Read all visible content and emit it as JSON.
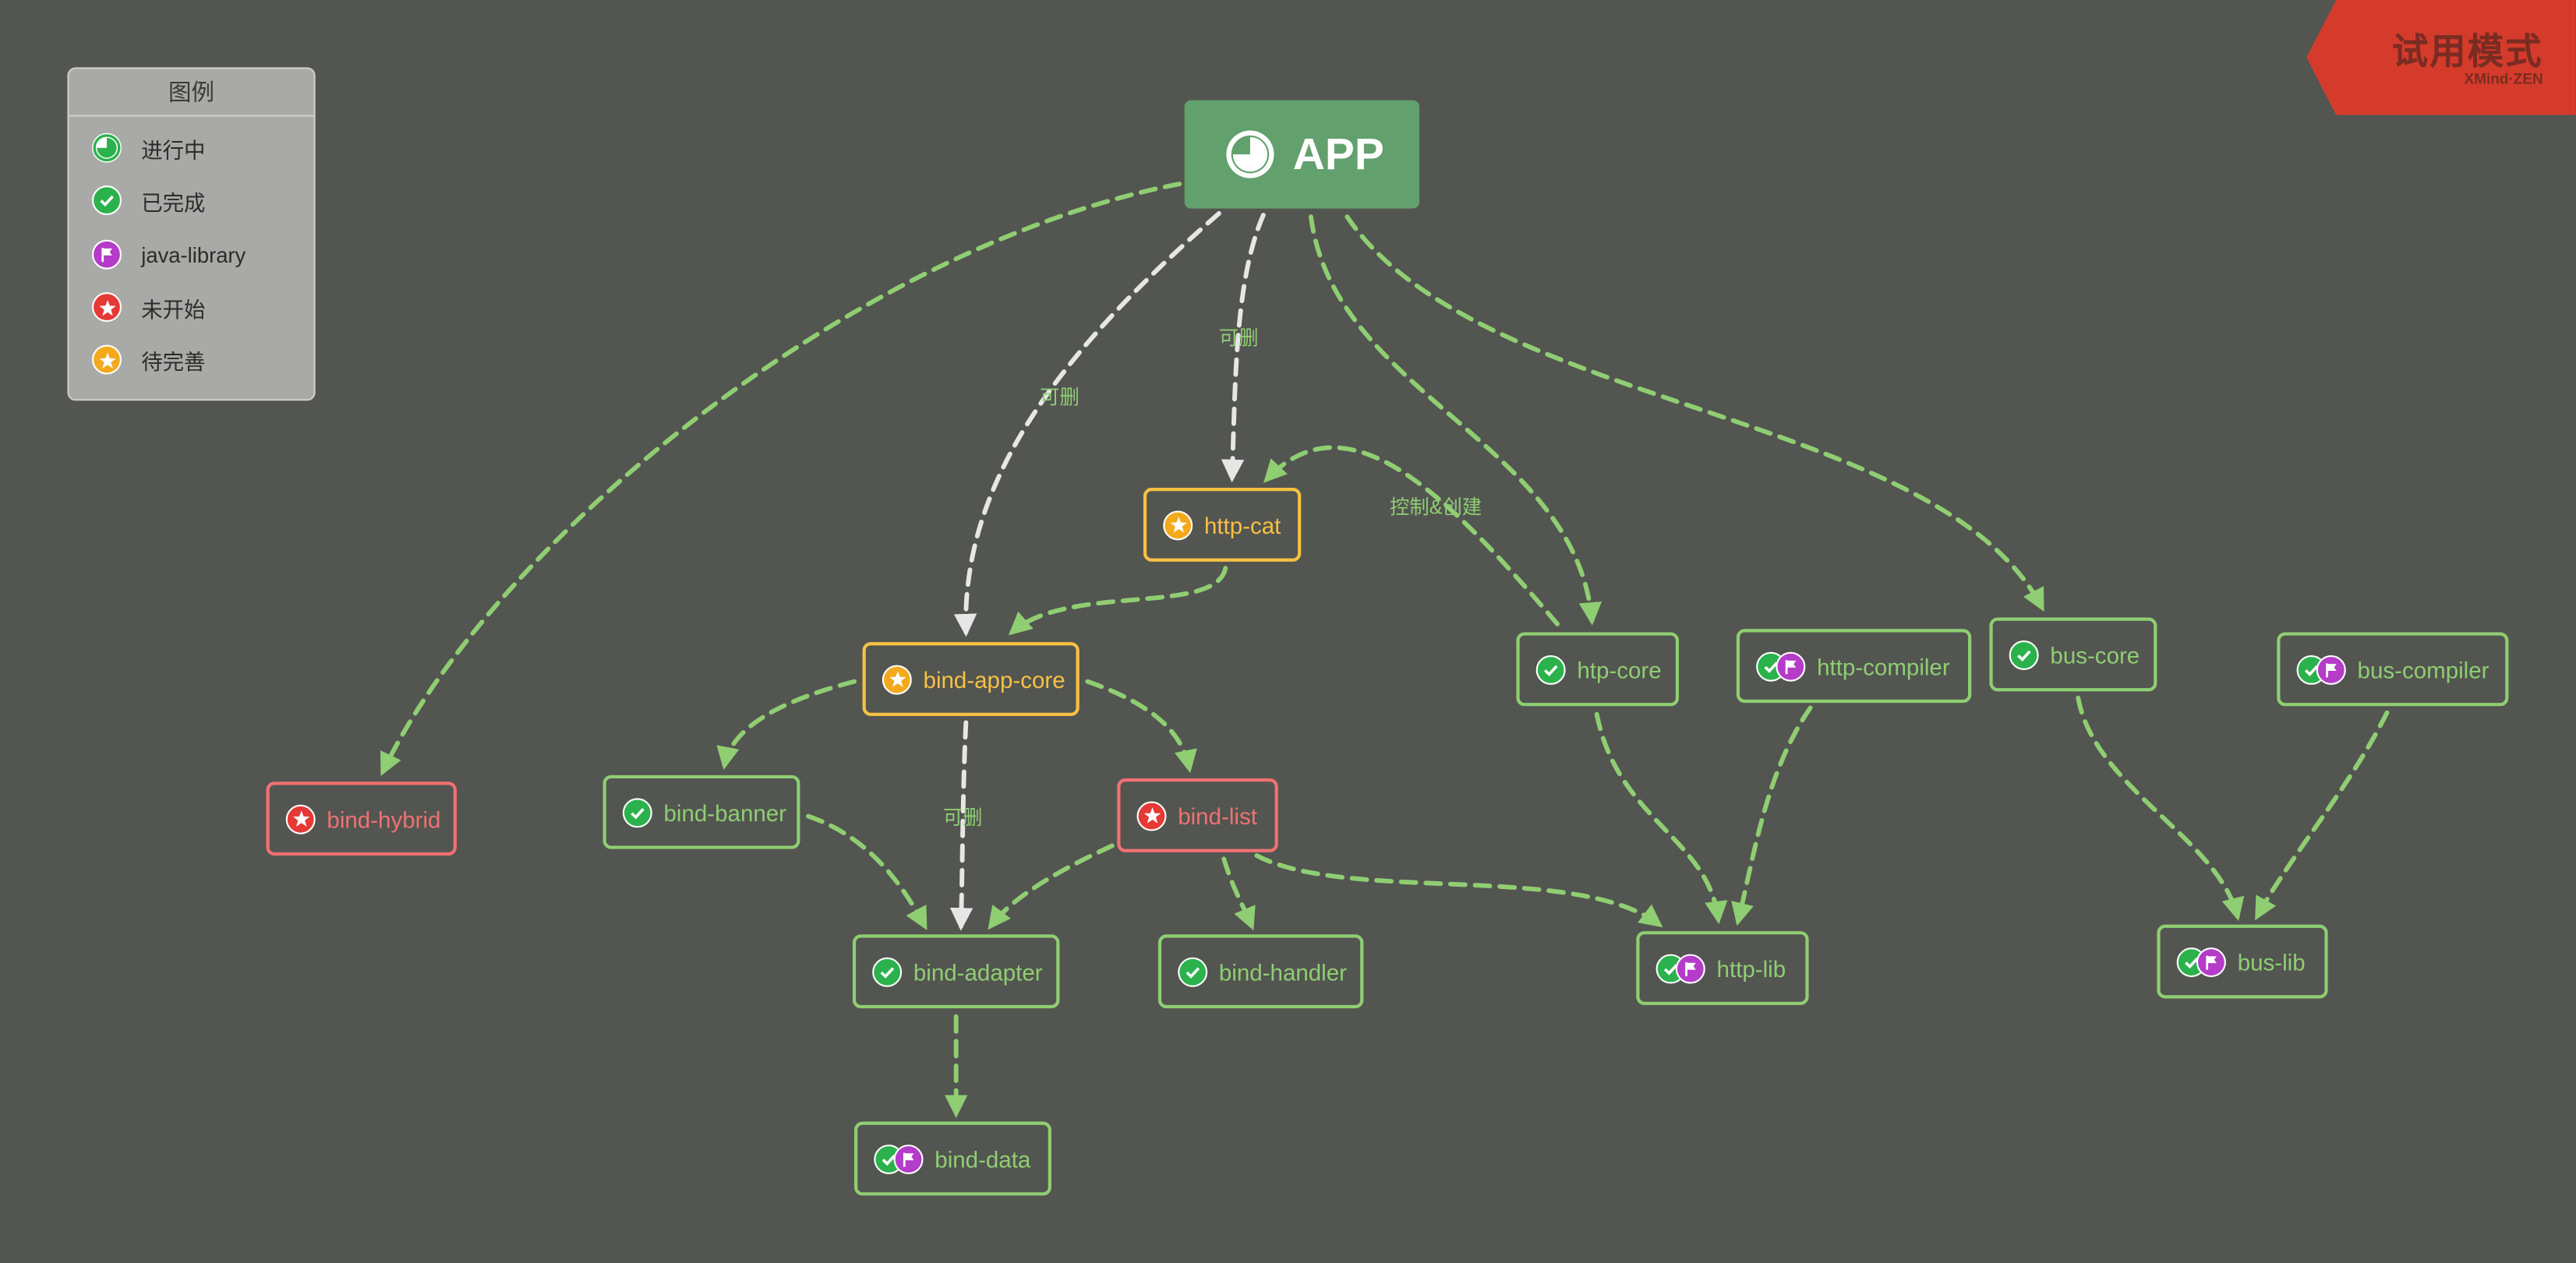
{
  "legend": {
    "title": "图例",
    "items": [
      {
        "icon": "progress-icon",
        "label": "进行中"
      },
      {
        "icon": "check-icon",
        "label": "已完成"
      },
      {
        "icon": "flag-icon",
        "label": "java-library"
      },
      {
        "icon": "red-star-icon",
        "label": "未开始"
      },
      {
        "icon": "yellow-star-icon",
        "label": "待完善"
      }
    ]
  },
  "nodes": {
    "app": "APP",
    "http_cat": "http-cat",
    "bind_app_core": "bind-app-core",
    "bind_hybrid": "bind-hybrid",
    "bind_banner": "bind-banner",
    "bind_list": "bind-list",
    "bind_adapter": "bind-adapter",
    "bind_handler": "bind-handler",
    "bind_data": "bind-data",
    "htp_core": "htp-core",
    "http_compiler": "http-compiler",
    "http_lib": "http-lib",
    "bus_core": "bus-core",
    "bus_compiler": "bus-compiler",
    "bus_lib": "bus-lib"
  },
  "edge_labels": {
    "app_to_http_cat": "可删",
    "app_to_bind_app_core": "可删",
    "core_to_adapter": "可删",
    "control_create": "控制&创建"
  },
  "watermark": {
    "title": "试用模式",
    "brand": "XMind·ZEN"
  },
  "colors": {
    "background": "#535551",
    "green": "#8fce72",
    "red": "#f07171",
    "yellow": "#f6c143",
    "root_fill": "#62a06e",
    "white_edge": "#e6e6e6",
    "trial_banner": "#d53b2b"
  }
}
